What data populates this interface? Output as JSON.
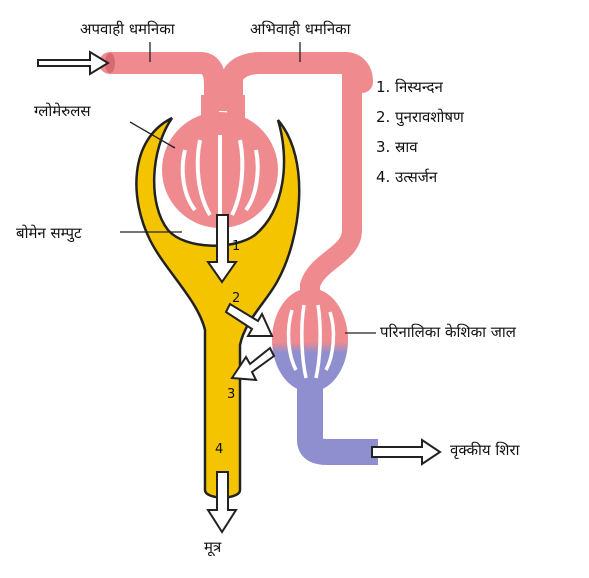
{
  "labels": {
    "afferent_arteriole": "अपवाही धमनिका",
    "efferent_arteriole": "अभिवाही धमनिका",
    "glomerulus": "ग्लोमेरुलस",
    "bowman_capsule": "बोमेन सम्पुट",
    "peritubular_capillaries": "परिनालिका केशिका जाल",
    "renal_vein": "वृक्कीय शिरा",
    "urine": "मूत्र"
  },
  "steps": [
    {
      "num": "1.",
      "label": "निस्यन्दन"
    },
    {
      "num": "2.",
      "label": "पुनरावशोषण"
    },
    {
      "num": "3.",
      "label": "स्राव"
    },
    {
      "num": "4.",
      "label": "उत्सर्जन"
    }
  ],
  "markers": [
    "1",
    "2",
    "3",
    "4"
  ],
  "colors": {
    "arteriole": "#ef8a8f",
    "arteriole_outline": "#d86a70",
    "capsule": "#f5c400",
    "capsule_outline": "#222222",
    "vein": "#8f8fcf",
    "arrow_fill": "#ffffff",
    "arrow_stroke": "#222222"
  }
}
